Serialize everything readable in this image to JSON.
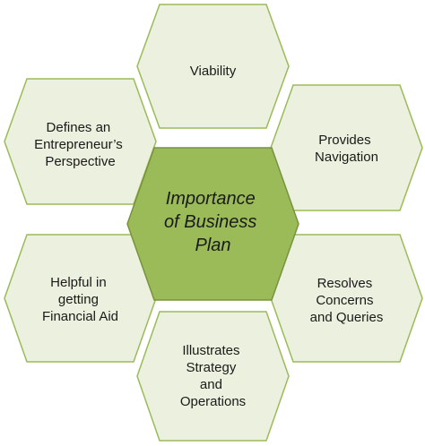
{
  "center": {
    "lines": [
      "Importance",
      "of Business",
      "Plan"
    ]
  },
  "nodes": [
    {
      "id": "viability",
      "lines": [
        "Viability"
      ]
    },
    {
      "id": "provides-navigation",
      "lines": [
        "Provides",
        "Navigation"
      ]
    },
    {
      "id": "resolves-concerns",
      "lines": [
        "Resolves",
        "Concerns",
        "and Queries"
      ]
    },
    {
      "id": "illustrates-strategy",
      "lines": [
        "Illustrates",
        "Strategy",
        "and",
        "Operations"
      ]
    },
    {
      "id": "helpful-financial-aid",
      "lines": [
        "Helpful in",
        "getting",
        "Financial Aid"
      ]
    },
    {
      "id": "defines-perspective",
      "lines": [
        "Defines an",
        "Entrepreneur’s",
        "Perspective"
      ]
    }
  ],
  "colors": {
    "outer_fill": "#ebf1de",
    "outer_border": "#9bbb59",
    "center_fill": "#9bbb59",
    "center_border": "#77933c",
    "text": "#1a1a1a"
  }
}
